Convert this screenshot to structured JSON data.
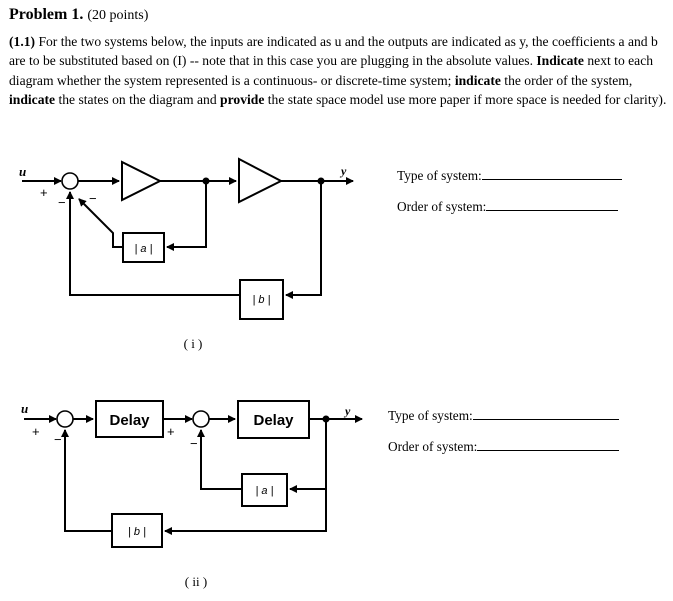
{
  "problem": {
    "heading": "Problem 1.",
    "points": "(20 points)"
  },
  "paragraph": {
    "part_label": "(1.1)",
    "text1": " For the two systems below, the inputs are indicated as u and the outputs are indicated as y, the coefficients a and b are to be substituted based on (I) -- note that in this case you are plugging in the absolute values. ",
    "bold1": "Indicate",
    "text2": " next to each diagram whether the system represented is a continuous- or discrete-time system; ",
    "bold2": "indicate",
    "text3": " the order of the system, ",
    "bold3": "indicate",
    "text4": " the states on the diagram and ",
    "bold4": "provide",
    "text5": " the state space model use more paper if more space is needed for clarity)."
  },
  "diagram1": {
    "input_label": "u",
    "output_label": "y",
    "gain_a": "| a |",
    "gain_b": "| b |",
    "plus_sign": "+",
    "minus_sign": "−",
    "caption": "( i )",
    "type_label": "Type of system:",
    "order_label": "Order of system:"
  },
  "diagram2": {
    "input_label": "u",
    "output_label": "y",
    "delay1": "Delay",
    "delay2": "Delay",
    "gain_a": "| a |",
    "gain_b": "| b |",
    "plus_sign": "+",
    "minus_sign": "−",
    "caption": "( ii )",
    "type_label": "Type of system:",
    "order_label": "Order of system:"
  }
}
